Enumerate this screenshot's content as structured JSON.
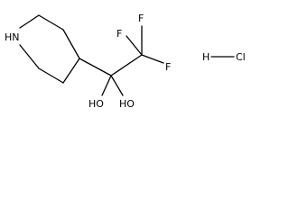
{
  "structure": {
    "ring_nitrogen": "HN",
    "fluorine": "F",
    "hydroxyl": "HO",
    "salt_hydrogen": "H",
    "salt_chlorine": "Cl"
  },
  "colors": {
    "bond": "#000000",
    "label": "#000000",
    "background": "#ffffff"
  }
}
